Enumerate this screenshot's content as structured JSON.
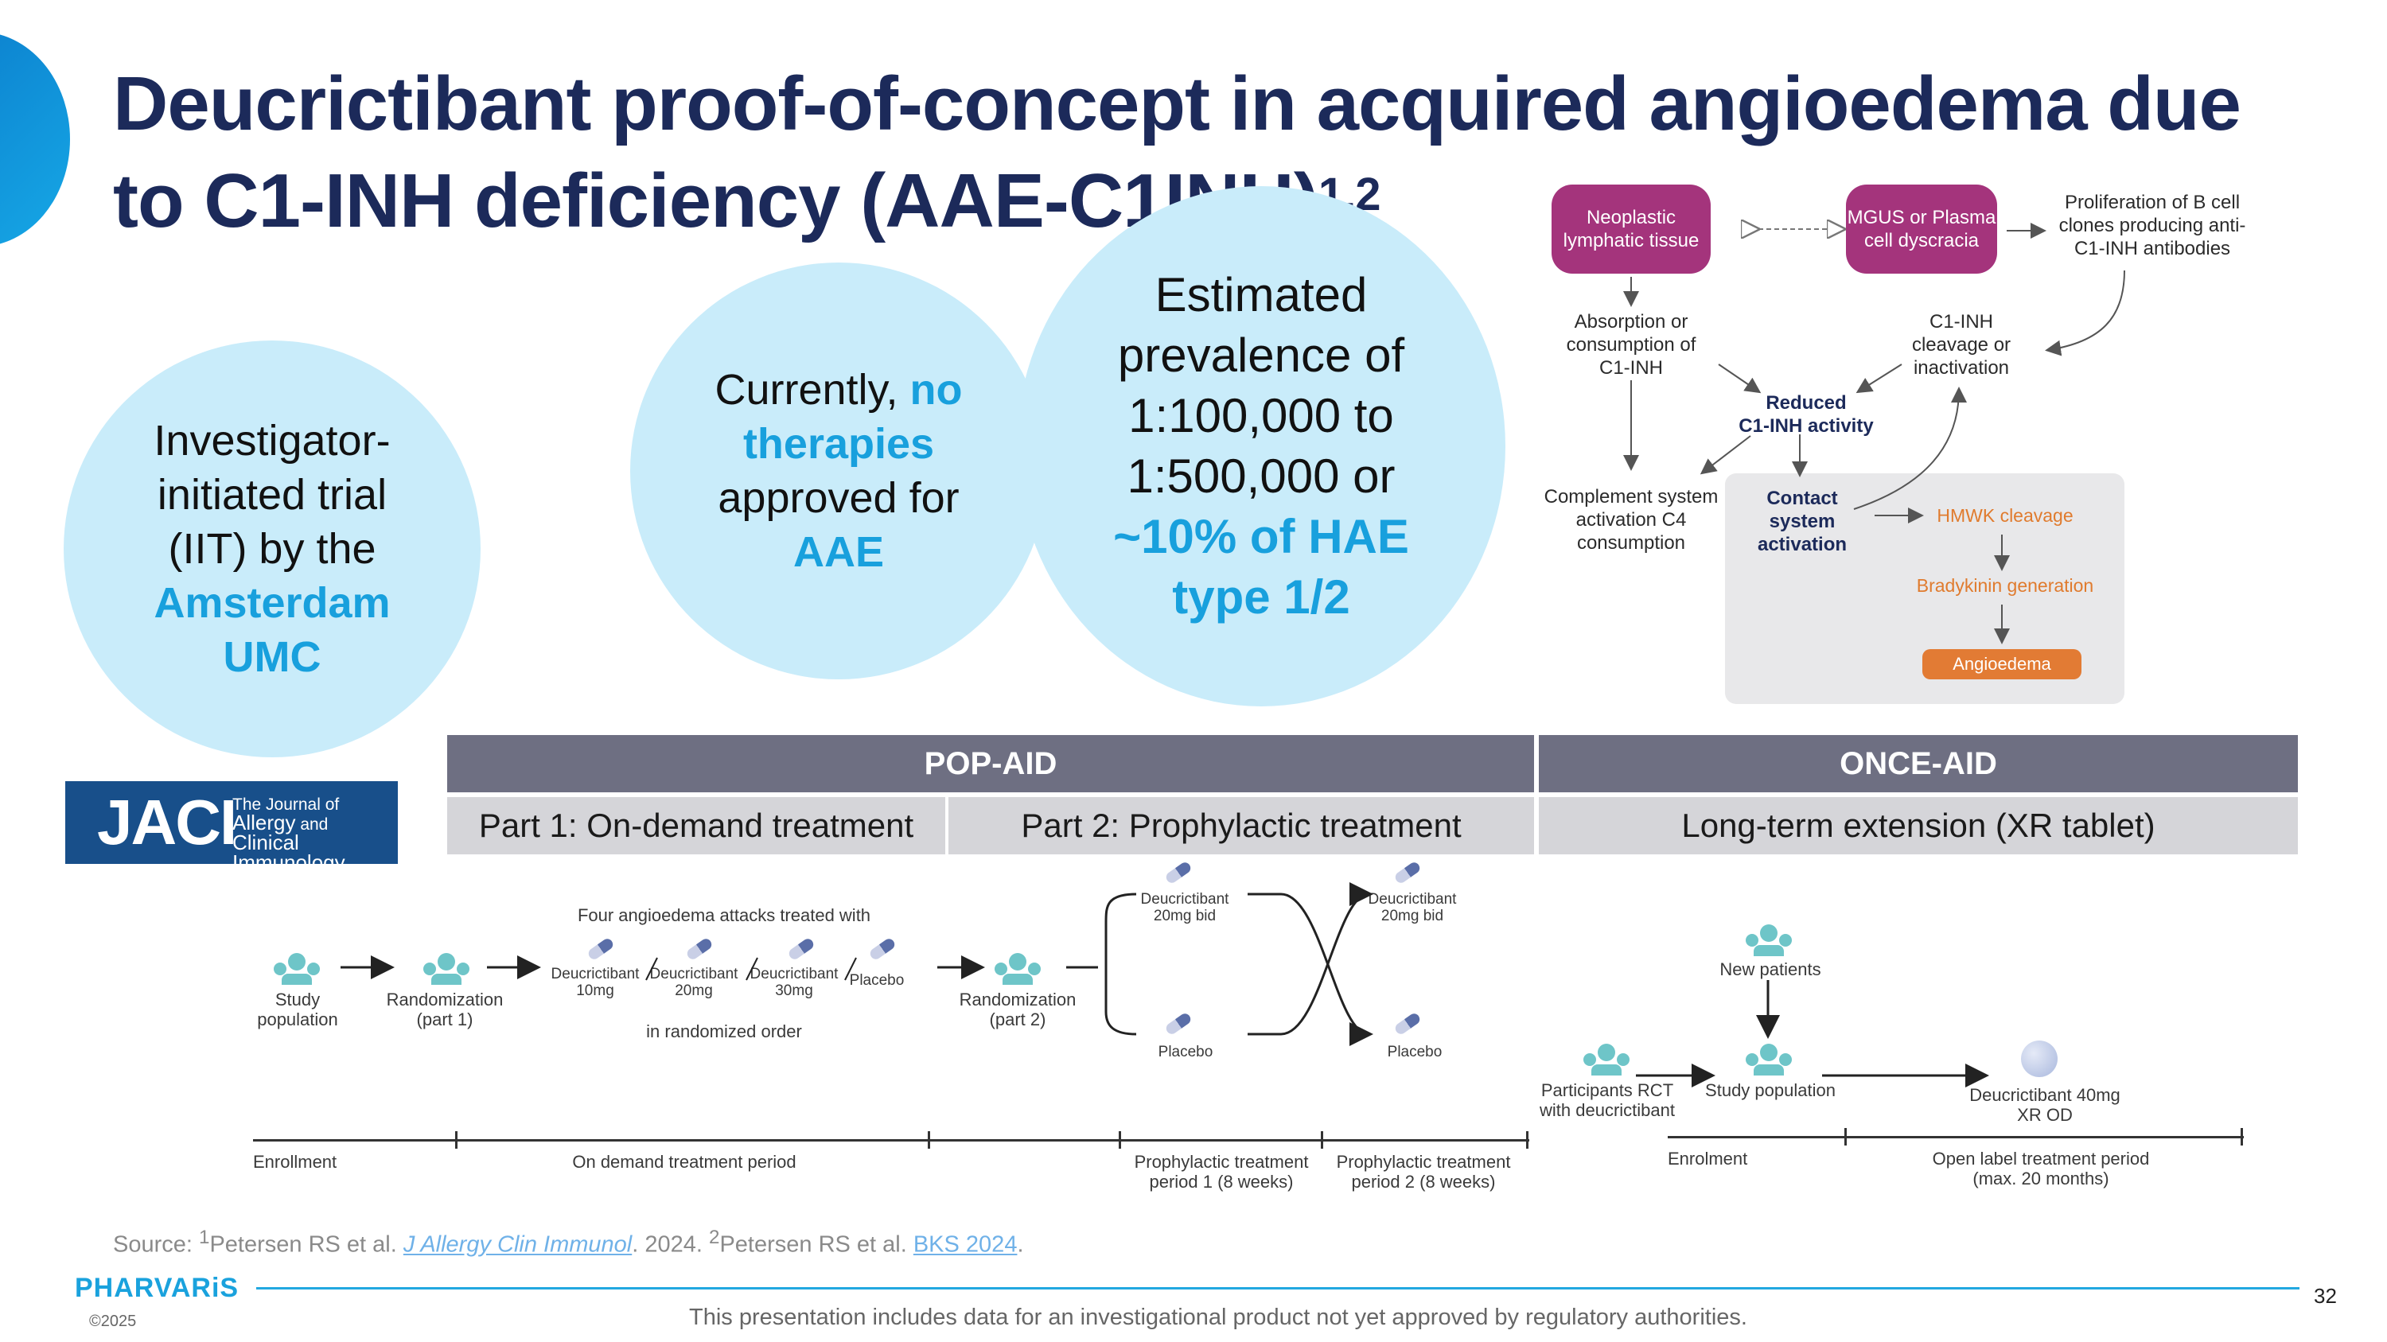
{
  "slide": {
    "title_main": "Deucrictibant proof-of-concept in acquired angioedema due to C1-INH deficiency (AAE-C1INH)",
    "title_sup": "1,2",
    "page_number": "32",
    "accent_color": "#18a0dd",
    "navy_color": "#1c2a5a"
  },
  "bubbles": {
    "b1": {
      "line1": "Investigator-",
      "line2": "initiated trial",
      "line3": "(IIT) by the",
      "hl1": "Amsterdam",
      "hl2": "UMC"
    },
    "b2": {
      "pre": "Currently, ",
      "hl1": "no",
      "hl2": "therapies",
      "line3": "approved for",
      "hl3": "AAE"
    },
    "b3": {
      "line1": "Estimated",
      "line2": "prevalence of",
      "line3": "1:100,000 to",
      "line4": "1:500,000 or",
      "hl1": "~10% of HAE",
      "hl2": "type 1/2"
    }
  },
  "pathway": {
    "neoplastic": "Neoplastic lymphatic tissue",
    "mgus": "MGUS or Plasma cell dyscracia",
    "proliferation": "Proliferation of B cell clones producing anti-C1-INH antibodies",
    "absorption": "Absorption or consumption of C1-INH",
    "cleavage": "C1-INH cleavage or inactivation",
    "reduced_1": "Reduced",
    "reduced_2": "C1-INH activity",
    "complement": "Complement system activation C4 consumption",
    "contact": "Contact system activation",
    "hmwk": "HMWK cleavage",
    "bradykinin": "Bradykinin generation",
    "angioedema": "Angioedema"
  },
  "logo": {
    "big": "JACI",
    "line1": "The Journal of",
    "line2a": "Allergy",
    "line2b": " and ",
    "line2c": "Clinical",
    "line3": "Immunology"
  },
  "table": {
    "pop_aid": "POP-AID",
    "once_aid": "ONCE-AID",
    "part1": "Part 1: On-demand treatment",
    "part2": "Part 2: Prophylactic treatment",
    "extension": "Long-term extension (XR tablet)"
  },
  "trial": {
    "study_population": "Study population",
    "randomization1": "Randomization (part 1)",
    "four_attacks": "Four angioedema attacks treated with",
    "d10": "Deucrictibant 10mg",
    "d20": "Deucrictibant 20mg",
    "d30": "Deucrictibant 30mg",
    "placebo": "Placebo",
    "randomized_order": "in randomized order",
    "randomization2": "Randomization (part 2)",
    "bid_top_left": "Deucrictibant 20mg bid",
    "bid_top_right": "Deucrictibant 20mg bid",
    "placebo_left": "Placebo",
    "placebo_right": "Placebo",
    "enrollment": "Enrollment",
    "on_demand_period": "On demand  treatment period",
    "pt1": "Prophylactic treatment period 1 (8 weeks)",
    "pt2": "Prophylactic treatment period 2 (8 weeks)",
    "new_patients": "New patients",
    "participants": "Participants RCT with deucrictibant",
    "study_population2": "Study population",
    "xr": "Deucrictibant 40mg XR OD",
    "enrolment": "Enrolment",
    "open_label": "Open label treatment period (max. 20 months)"
  },
  "source": {
    "label": "Source: ",
    "s1": "1",
    "p1": "Petersen RS et al. ",
    "j1": "J Allergy Clin Immunol",
    "y1": ". 2024. ",
    "s2": "2",
    "p2": "Petersen RS et al. ",
    "j2": "BKS 2024",
    "end": "."
  },
  "footer": {
    "brand": "PHARVARiS",
    "copyright": "©2025",
    "disclaimer": "This presentation includes data for an investigational product not yet approved by regulatory authorities."
  }
}
